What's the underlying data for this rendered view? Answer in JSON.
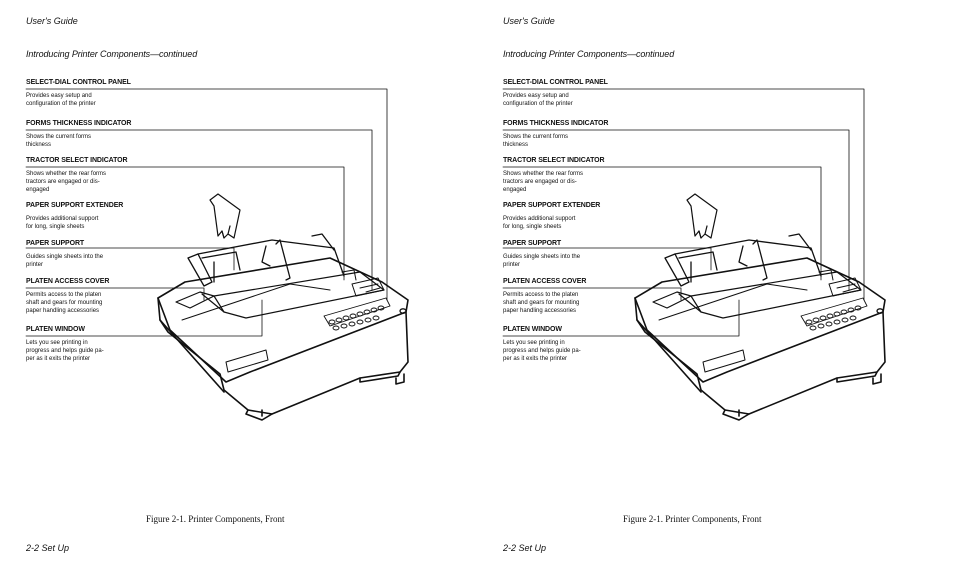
{
  "pages": [
    {
      "running_head": "User's Guide",
      "section_title": "Introducing Printer Components—continued",
      "components": [
        {
          "label": "SELECT-DIAL CONTROL PANEL",
          "desc": "Provides easy setup and\nconfiguration of the printer"
        },
        {
          "label": "FORMS THICKNESS INDICATOR",
          "desc": "Shows the current forms\nthickness"
        },
        {
          "label": "TRACTOR SELECT INDICATOR",
          "desc": "Shows whether the rear forms\ntractors are engaged or dis-\nengaged"
        },
        {
          "label": "PAPER SUPPORT EXTENDER",
          "desc": "Provides additional support\nfor long, single sheets"
        },
        {
          "label": "PAPER SUPPORT",
          "desc": "Guides single sheets into the\nprinter"
        },
        {
          "label": "PLATEN ACCESS COVER",
          "desc": "Permits access to the platen\nshaft and gears for mounting\npaper handling accessories"
        },
        {
          "label": "PLATEN WINDOW",
          "desc": "Lets you see printing in\nprogress and helps guide pa-\nper as it exits the printer"
        }
      ],
      "figure_caption": "Figure 2-1.  Printer Components, Front",
      "folio": "2-2  Set Up"
    },
    {
      "running_head": "User's Guide",
      "section_title": "Introducing Printer Components—continued",
      "components": [
        {
          "label": "SELECT-DIAL CONTROL PANEL",
          "desc": "Provides easy setup and\nconfiguration of the printer"
        },
        {
          "label": "FORMS THICKNESS INDICATOR",
          "desc": "Shows the current forms\nthickness"
        },
        {
          "label": "TRACTOR SELECT INDICATOR",
          "desc": "Shows whether the rear forms\ntractors are engaged or dis-\nengaged"
        },
        {
          "label": "PAPER SUPPORT EXTENDER",
          "desc": "Provides additional support\nfor long, single sheets"
        },
        {
          "label": "PAPER SUPPORT",
          "desc": "Guides single sheets into the\nprinter"
        },
        {
          "label": "PLATEN ACCESS COVER",
          "desc": "Permits access to the platen\nshaft and gears for mounting\npaper handling accessories"
        },
        {
          "label": "PLATEN WINDOW",
          "desc": "Lets you see printing in\nprogress and helps guide pa-\nper as it exits the printer"
        }
      ],
      "figure_caption": "Figure 2-1.  Printer Components, Front",
      "folio": "2-2  Set Up"
    }
  ]
}
